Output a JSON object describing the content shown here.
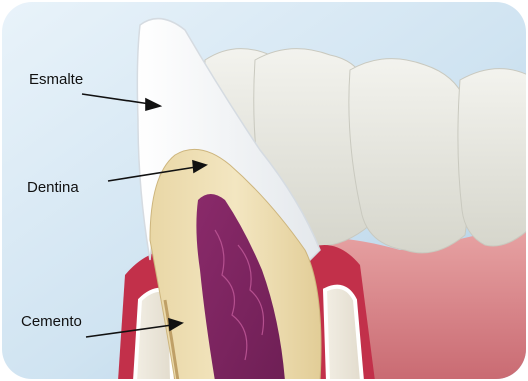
{
  "diagram": {
    "labels": {
      "enamel": "Esmalte",
      "dentin": "Dentina",
      "cementum": "Cemento"
    }
  }
}
